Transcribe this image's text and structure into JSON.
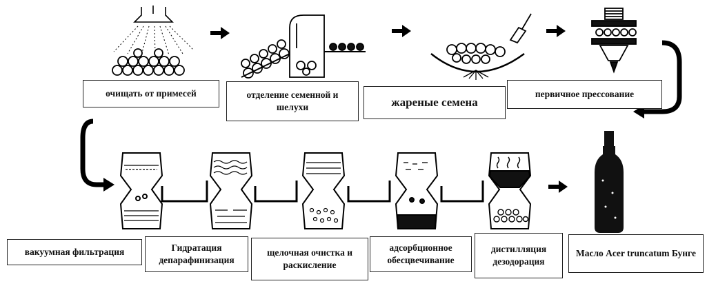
{
  "steps_top": [
    {
      "label": "очищать от примесей"
    },
    {
      "label": "отделение семенной и шелухи"
    },
    {
      "label": "жареные семена"
    },
    {
      "label": "первичное прессование"
    }
  ],
  "steps_bottom": [
    {
      "label": "вакуумная фильтрация"
    },
    {
      "label": "Гидратация депарафинизация"
    },
    {
      "label": "щелочная очистка и раскисление"
    },
    {
      "label": "адсорбционное обесцвечивание"
    },
    {
      "label": "дистилляция дезодорация"
    },
    {
      "label": "Масло Acer truncatum Бунге"
    }
  ]
}
